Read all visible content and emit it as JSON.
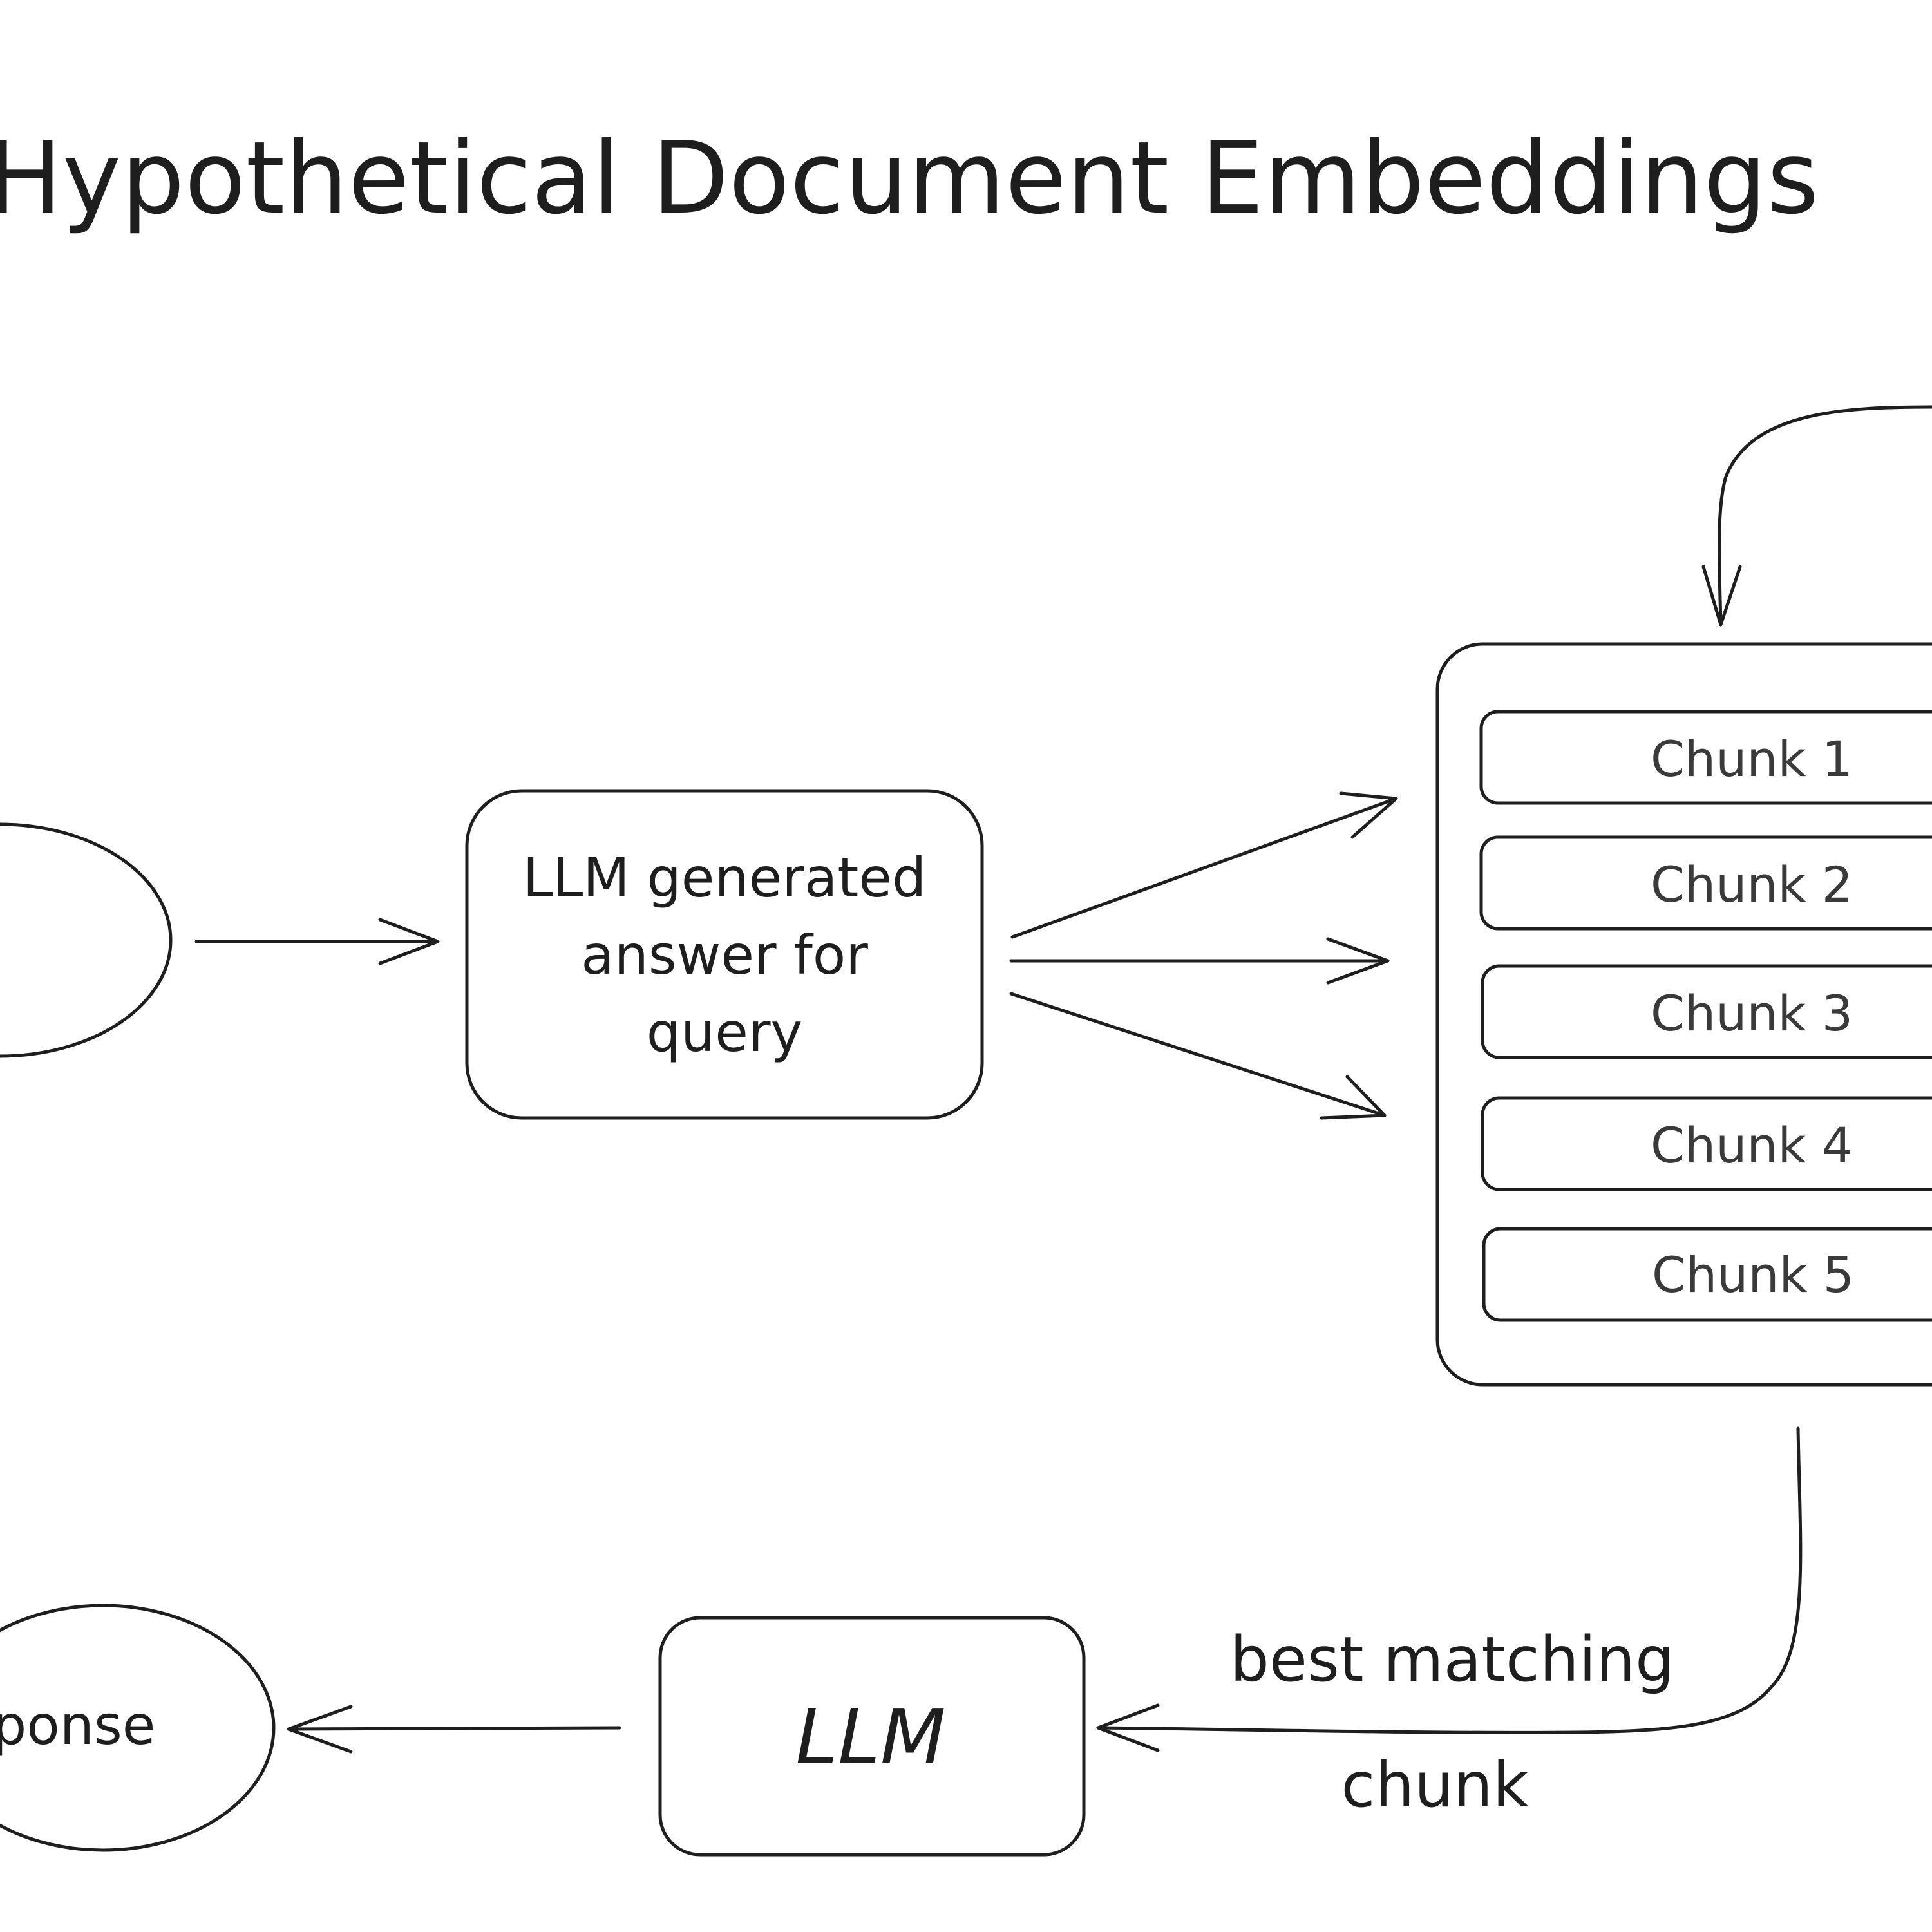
{
  "title": "Hypothetical Document Embeddings",
  "nodes": {
    "hypothetical_answer": {
      "lines": [
        "LLM generated",
        "answer for",
        "query"
      ]
    },
    "chunk_store": {
      "chunks": [
        "Chunk 1",
        "Chunk 2",
        "Chunk 3",
        "Chunk 4",
        "Chunk 5"
      ]
    },
    "llm": {
      "label": "LLM"
    },
    "response": {
      "label": "ponse"
    }
  },
  "edges": {
    "best_match": {
      "lines": [
        "best matching",
        "chunk"
      ]
    }
  }
}
